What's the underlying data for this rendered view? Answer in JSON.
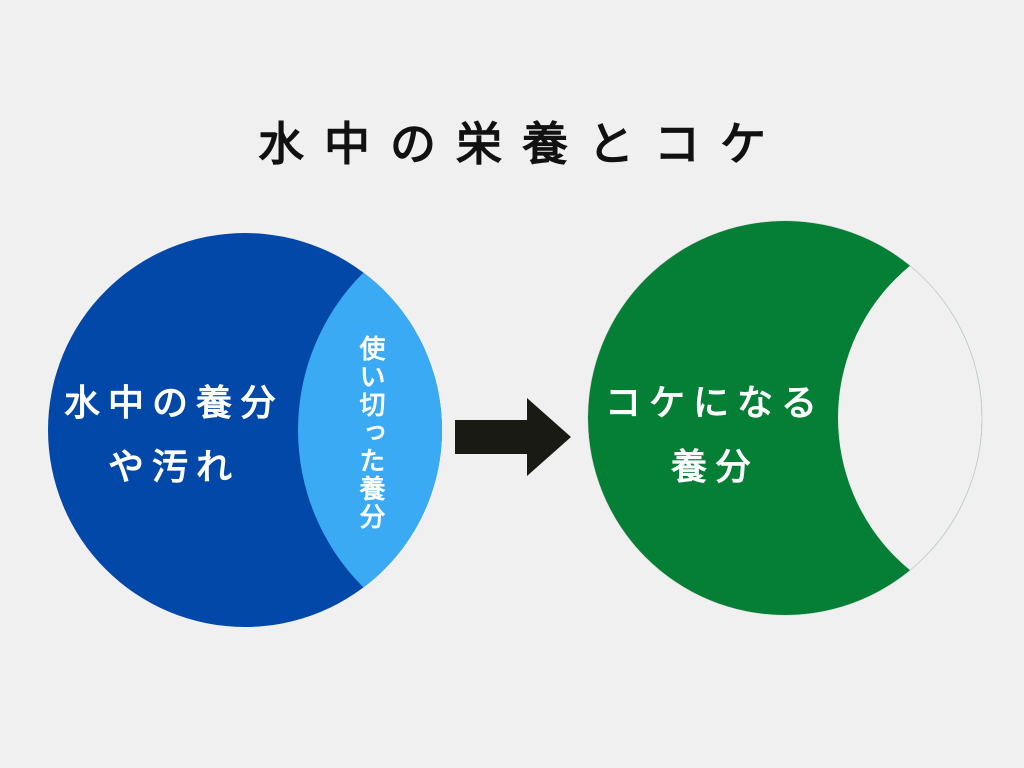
{
  "title": "水中の栄養とコケ",
  "colors": {
    "background": "#f0f0f0",
    "nutrients_circle": "#0248a8",
    "used_nutrients_segment": "#3aaaf5",
    "algae_circle": "#047f35",
    "arrow": "#1a1a14"
  },
  "left_circle": {
    "label_lines": [
      "水中の養分",
      "や汚れ"
    ],
    "used_segment_label": "使い切った養分"
  },
  "arrow_icon": "right-arrow-icon",
  "right_circle": {
    "label_lines": [
      "コケになる",
      "養分"
    ]
  }
}
